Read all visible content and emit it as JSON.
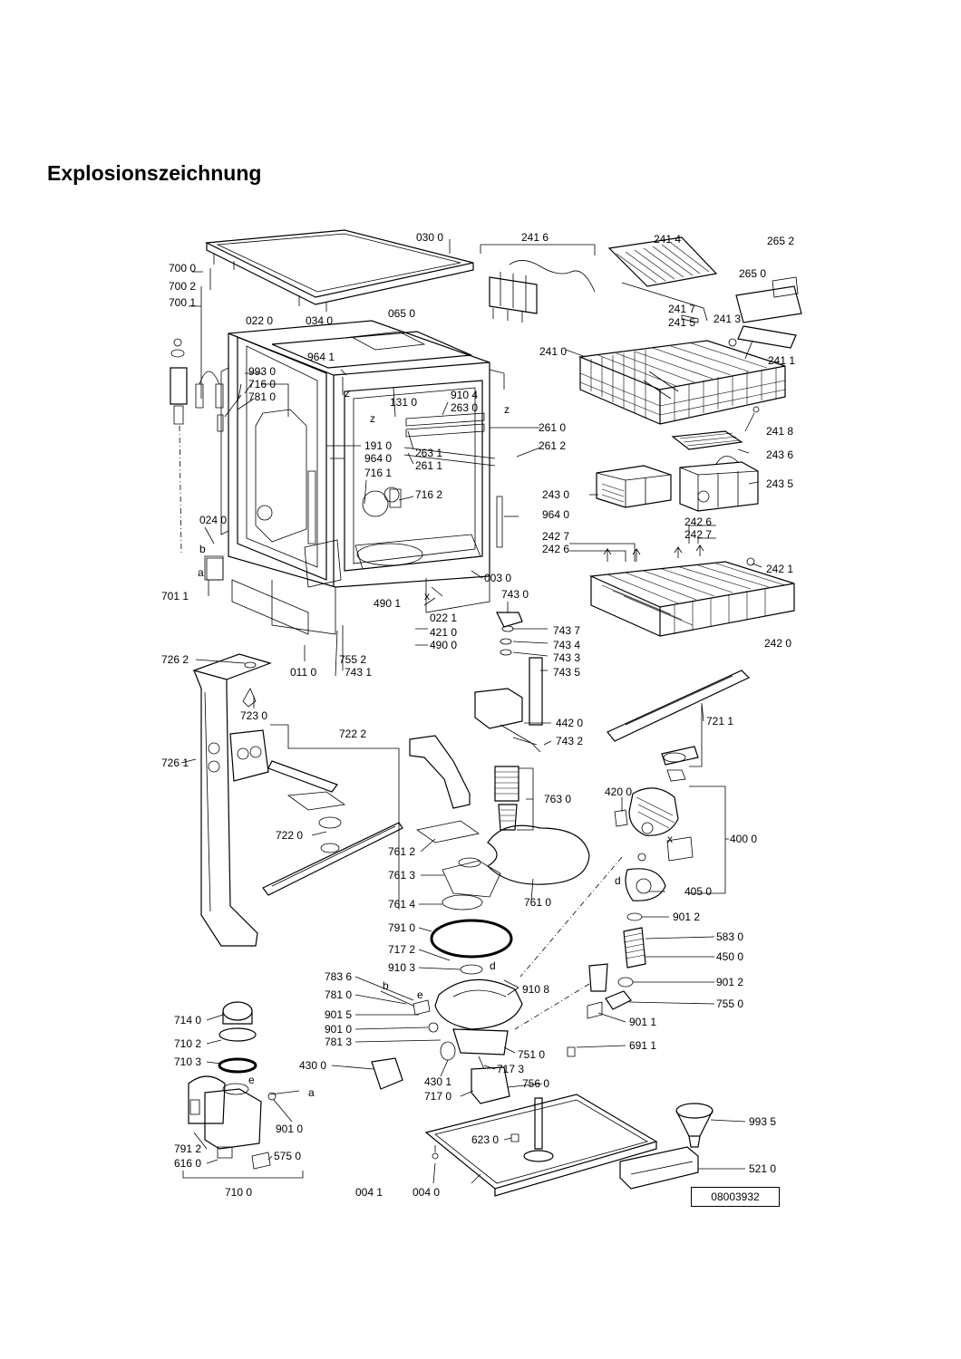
{
  "title": "Explosionszeichnung",
  "document_number": "08003932",
  "labels": [
    {
      "id": "p0300",
      "text": "030 0"
    },
    {
      "id": "p2416",
      "text": "241 6"
    },
    {
      "id": "p2414",
      "text": "241 4"
    },
    {
      "id": "p2652",
      "text": "265 2"
    },
    {
      "id": "p7000",
      "text": "700 0"
    },
    {
      "id": "p2650",
      "text": "265 0"
    },
    {
      "id": "p7002",
      "text": "700 2"
    },
    {
      "id": "p7001",
      "text": "700 1"
    },
    {
      "id": "p0220",
      "text": "022 0"
    },
    {
      "id": "p0340",
      "text": "034 0"
    },
    {
      "id": "p0650",
      "text": "065 0"
    },
    {
      "id": "p2417",
      "text": "241 7"
    },
    {
      "id": "p2413",
      "text": "241 3"
    },
    {
      "id": "p2415",
      "text": "241 5"
    },
    {
      "id": "p9641",
      "text": "964 1"
    },
    {
      "id": "p2410",
      "text": "241 0"
    },
    {
      "id": "p2411",
      "text": "241 1"
    },
    {
      "id": "p9930",
      "text": "993 0"
    },
    {
      "id": "p7160",
      "text": "716 0"
    },
    {
      "id": "p7810a",
      "text": "781 0"
    },
    {
      "id": "p1310",
      "text": "131 0"
    },
    {
      "id": "p9104",
      "text": "910 4"
    },
    {
      "id": "p2630",
      "text": "263 0"
    },
    {
      "id": "p2610",
      "text": "261 0"
    },
    {
      "id": "p2418",
      "text": "241 8"
    },
    {
      "id": "p1910",
      "text": "191 0"
    },
    {
      "id": "p2612",
      "text": "261 2"
    },
    {
      "id": "p9640a",
      "text": "964 0"
    },
    {
      "id": "p2631",
      "text": "263 1"
    },
    {
      "id": "p2611",
      "text": "261 1"
    },
    {
      "id": "p2436",
      "text": "243 6"
    },
    {
      "id": "p7161",
      "text": "716 1"
    },
    {
      "id": "p7162",
      "text": "716 2"
    },
    {
      "id": "p2430",
      "text": "243 0"
    },
    {
      "id": "p2435",
      "text": "243 5"
    },
    {
      "id": "p9640b",
      "text": "964 0"
    },
    {
      "id": "p0240",
      "text": "024 0"
    },
    {
      "id": "p2427a",
      "text": "242 7"
    },
    {
      "id": "p2426a",
      "text": "242 6"
    },
    {
      "id": "p2426b",
      "text": "242 6"
    },
    {
      "id": "p2427b",
      "text": "242 7"
    },
    {
      "id": "p2421",
      "text": "242 1"
    },
    {
      "id": "p0030",
      "text": "003 0"
    },
    {
      "id": "p7011",
      "text": "701 1"
    },
    {
      "id": "p7430",
      "text": "743 0"
    },
    {
      "id": "p4901",
      "text": "490 1"
    },
    {
      "id": "p0221",
      "text": "022 1"
    },
    {
      "id": "p4210",
      "text": "421 0"
    },
    {
      "id": "p4900",
      "text": "490 0"
    },
    {
      "id": "p7437",
      "text": "743 7"
    },
    {
      "id": "p7434",
      "text": "743 4"
    },
    {
      "id": "p7433",
      "text": "743 3"
    },
    {
      "id": "p7435",
      "text": "743 5"
    },
    {
      "id": "p2420",
      "text": "242 0"
    },
    {
      "id": "p7262",
      "text": "726 2"
    },
    {
      "id": "p7552",
      "text": "755 2"
    },
    {
      "id": "p0110",
      "text": "011 0"
    },
    {
      "id": "p7431",
      "text": "743 1"
    },
    {
      "id": "p7230",
      "text": "723 0"
    },
    {
      "id": "p4420",
      "text": "442 0"
    },
    {
      "id": "p7211",
      "text": "721 1"
    },
    {
      "id": "p7222",
      "text": "722 2"
    },
    {
      "id": "p7432",
      "text": "743 2"
    },
    {
      "id": "p7261",
      "text": "726 1"
    },
    {
      "id": "p7630",
      "text": "763 0"
    },
    {
      "id": "p4200",
      "text": "420 0"
    },
    {
      "id": "p7220",
      "text": "722 0"
    },
    {
      "id": "p4000",
      "text": "400 0"
    },
    {
      "id": "p7612",
      "text": "761 2"
    },
    {
      "id": "p7613",
      "text": "761 3"
    },
    {
      "id": "p4050",
      "text": "405 0"
    },
    {
      "id": "p7610",
      "text": "761 0"
    },
    {
      "id": "p7614",
      "text": "761 4"
    },
    {
      "id": "p9012a",
      "text": "901 2"
    },
    {
      "id": "p7910",
      "text": "791 0"
    },
    {
      "id": "p5830",
      "text": "583 0"
    },
    {
      "id": "p7172",
      "text": "717 2"
    },
    {
      "id": "p4500",
      "text": "450 0"
    },
    {
      "id": "p9103",
      "text": "910 3"
    },
    {
      "id": "p7836",
      "text": "783 6"
    },
    {
      "id": "p9108",
      "text": "910 8"
    },
    {
      "id": "p9012b",
      "text": "901 2"
    },
    {
      "id": "p7810b",
      "text": "781 0"
    },
    {
      "id": "p7550",
      "text": "755 0"
    },
    {
      "id": "p7140",
      "text": "714 0"
    },
    {
      "id": "p9015",
      "text": "901 5"
    },
    {
      "id": "p9011",
      "text": "901 1"
    },
    {
      "id": "p9010a",
      "text": "901 0"
    },
    {
      "id": "p7102",
      "text": "710 2"
    },
    {
      "id": "p7813",
      "text": "781 3"
    },
    {
      "id": "p6911",
      "text": "691 1"
    },
    {
      "id": "p7510",
      "text": "751 0"
    },
    {
      "id": "p7103",
      "text": "710 3"
    },
    {
      "id": "p4300",
      "text": "430 0"
    },
    {
      "id": "p7173",
      "text": "717 3"
    },
    {
      "id": "p4301",
      "text": "430 1"
    },
    {
      "id": "p7560",
      "text": "756 0"
    },
    {
      "id": "p7170",
      "text": "717 0"
    },
    {
      "id": "p9010b",
      "text": "901 0"
    },
    {
      "id": "p9935",
      "text": "993 5"
    },
    {
      "id": "p6230",
      "text": "623 0"
    },
    {
      "id": "p7912",
      "text": "791 2"
    },
    {
      "id": "p5750",
      "text": "575 0"
    },
    {
      "id": "p6160",
      "text": "616 0"
    },
    {
      "id": "p5210",
      "text": "521 0"
    },
    {
      "id": "p7100",
      "text": "710 0"
    },
    {
      "id": "p0041",
      "text": "004 1"
    },
    {
      "id": "p0040",
      "text": "004 0"
    }
  ],
  "markers": {
    "z": "z",
    "x": "x",
    "b": "b",
    "a": "a",
    "d": "d",
    "e": "e"
  }
}
